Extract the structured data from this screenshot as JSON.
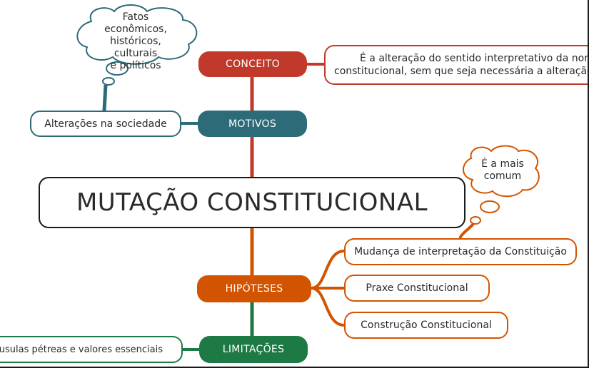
{
  "title": "MUTAÇÃO CONSTITUCIONAL",
  "colors": {
    "conceito": "#c0392b",
    "motivos": "#2e6b78",
    "hipoteses": "#d35400",
    "limitacoes": "#1e7a44"
  },
  "branches": {
    "conceito": {
      "label": "CONCEITO",
      "detail_line1": "É a alteração do sentido interpretativo da norma",
      "detail_line2": "constitucional, sem que seja necessária a alteração do"
    },
    "motivos": {
      "label": "MOTIVOS",
      "detail": "Alterações na sociedade",
      "cloud_lines": [
        "Fatos econômicos,",
        "históricos, culturais",
        "e políticos"
      ]
    },
    "hipoteses": {
      "label": "HIPÓTESES",
      "items": [
        "Mudança de interpretação da Constituição",
        "Praxe Constitucional",
        "Construção Constitucional"
      ],
      "cloud_lines": [
        "É a mais",
        "comum"
      ]
    },
    "limitacoes": {
      "label": "LIMITAÇÕES",
      "detail": "Cláusulas pétreas e valores essenciais"
    }
  }
}
